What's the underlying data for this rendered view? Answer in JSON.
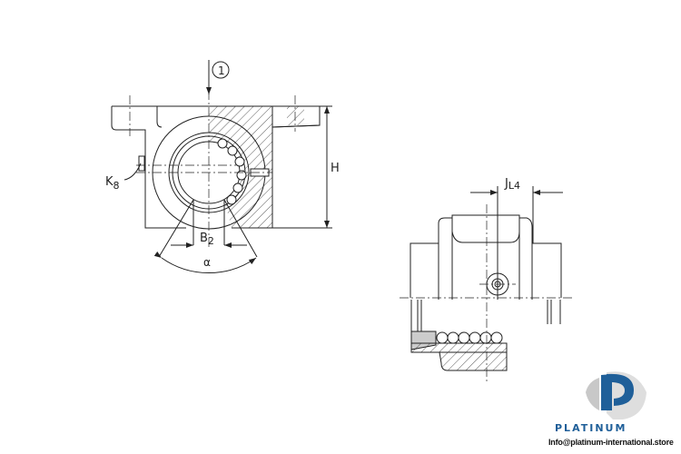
{
  "drawing": {
    "labels": {
      "callout": "1",
      "height": "H",
      "k_main": "K",
      "k_sub": "8",
      "b_main": "B",
      "b_sub": "2",
      "angle": "α",
      "j_main": "J",
      "j_sub": "L4"
    }
  },
  "logo": {
    "brand": "PLATINUM",
    "email": "Info@platinum-international.store",
    "colors": {
      "blue": "#1f5f99",
      "grey": "#c8c8c8"
    }
  }
}
